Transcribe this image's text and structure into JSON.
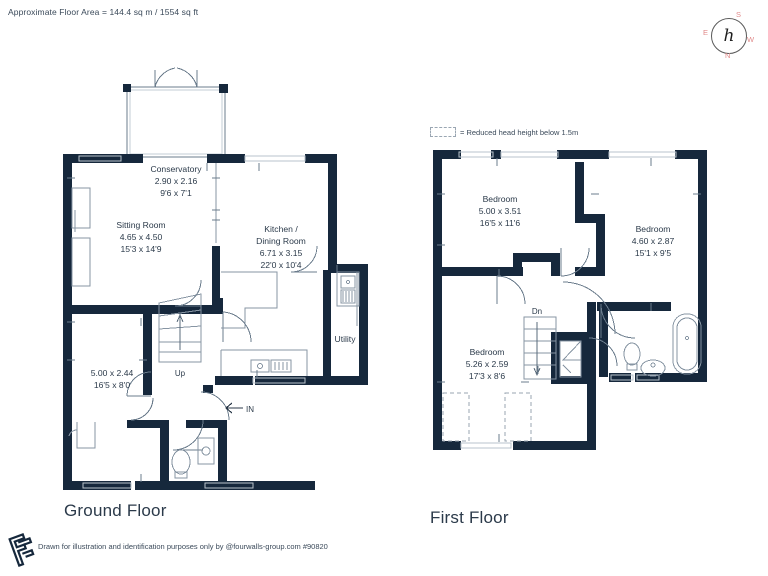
{
  "header": {
    "area_note": "Approximate Floor Area = 144.4 sq m / 1554 sq ft"
  },
  "compass": {
    "name": "compass-rose",
    "north": "N",
    "south": "S",
    "east": "E",
    "west": "W",
    "monogram": "h",
    "label_color": "#e08a8a"
  },
  "legend": {
    "text": "= Reduced head height below 1.5m"
  },
  "floors": [
    {
      "id": "ground",
      "title": "Ground Floor",
      "rooms": [
        {
          "name": "Conservatory",
          "metric": "2.90 x 2.16",
          "imperial": "9'6 x 7'1"
        },
        {
          "name": "Sitting Room",
          "metric": "4.65 x 4.50",
          "imperial": "15'3 x 14'9"
        },
        {
          "name": "Kitchen /",
          "name2": "Dining Room",
          "metric": "6.71 x 3.15",
          "imperial": "22'0 x 10'4"
        },
        {
          "name": "",
          "metric": "5.00 x 2.44",
          "imperial": "16'5 x 8'0"
        },
        {
          "name": "Utility",
          "metric": "",
          "imperial": ""
        }
      ],
      "markers": [
        {
          "label": "Up",
          "type": "stair-direction"
        },
        {
          "label": "IN",
          "type": "entrance-arrow"
        }
      ]
    },
    {
      "id": "first",
      "title": "First Floor",
      "rooms": [
        {
          "name": "Bedroom",
          "metric": "5.00 x 3.51",
          "imperial": "16'5 x 11'6"
        },
        {
          "name": "Bedroom",
          "metric": "4.60 x 2.87",
          "imperial": "15'1 x 9'5"
        },
        {
          "name": "Bedroom",
          "metric": "5.26 x 2.59",
          "imperial": "17'3 x 8'6"
        }
      ],
      "markers": [
        {
          "label": "Dn",
          "type": "stair-direction"
        }
      ]
    }
  ],
  "footer": {
    "disclaimer": "Drawn for illustration and identification purposes only by @fourwalls-group.com #90820"
  },
  "colors": {
    "wall": "#16283c",
    "text": "#2b3a4a",
    "thin_line": "#6b7c8c",
    "fixture": "#8795a3"
  }
}
